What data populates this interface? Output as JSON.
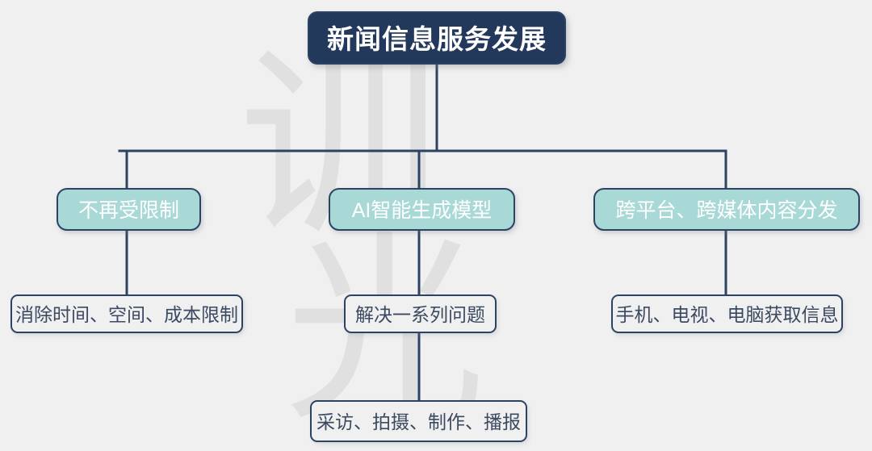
{
  "diagram": {
    "type": "tree",
    "background_color": "#f0f0f0",
    "root": {
      "label": "新闻信息服务发展",
      "fill_color": "#23395c",
      "text_color": "#ffffff",
      "border_color": "#2c4363"
    },
    "branches": [
      {
        "label": "不再受限制",
        "fill_color": "#a9d9d6",
        "text_color": "#ffffff",
        "children": [
          {
            "label": "消除时间、空间、成本限制",
            "fill_color": "#f0f0f0",
            "text_color": "#3b4a61"
          }
        ]
      },
      {
        "label": "AI智能生成模型",
        "fill_color": "#a9d9d6",
        "text_color": "#ffffff",
        "children": [
          {
            "label": "解决一系列问题",
            "fill_color": "#f0f0f0",
            "text_color": "#3b4a61"
          },
          {
            "label": "采访、拍摄、制作、播报",
            "fill_color": "#f0f0f0",
            "text_color": "#3b4a61"
          }
        ]
      },
      {
        "label": "跨平台、跨媒体内容分发",
        "fill_color": "#a9d9d6",
        "text_color": "#ffffff",
        "children": [
          {
            "label": "手机、电视、电脑获取信息",
            "fill_color": "#f0f0f0",
            "text_color": "#3b4a61"
          }
        ]
      }
    ],
    "connector_color": "#2c4363",
    "watermark": {
      "top_char": "训",
      "bottom_char": "光",
      "color": "#e0e0e0"
    }
  }
}
